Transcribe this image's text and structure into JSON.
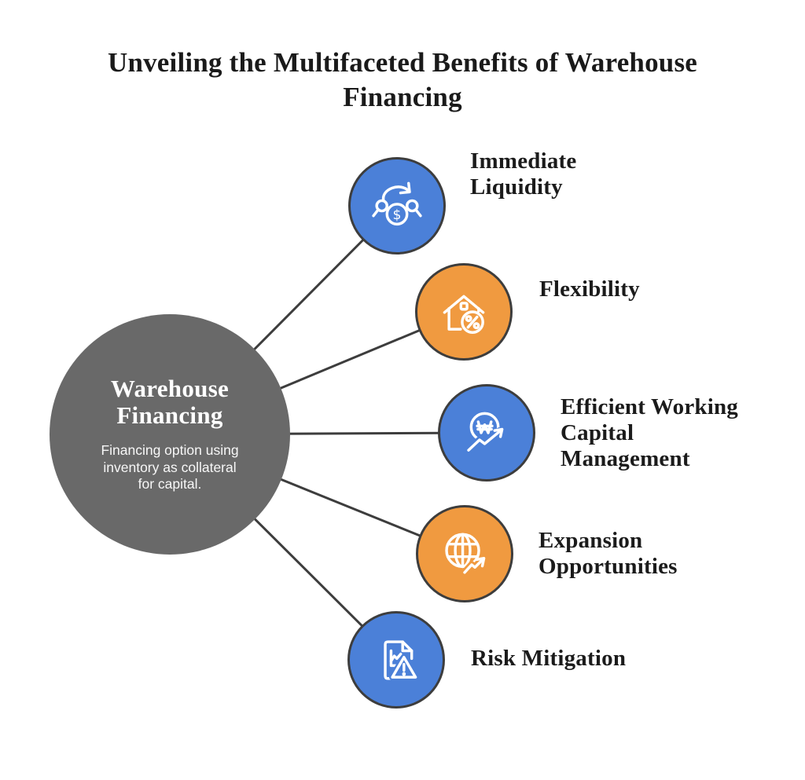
{
  "title": "Unveiling the Multifaceted Benefits of Warehouse\nFinancing",
  "colors": {
    "node_blue": "#4B80D8",
    "node_orange": "#F09A40",
    "center_gray": "#696969",
    "connector_line": "#3D3D3D",
    "heading_text": "#1A1A1A"
  },
  "center": {
    "heading": "Warehouse\nFinancing",
    "description": "Financing option using\ninventory as collateral\nfor capital."
  },
  "nodes": [
    {
      "label": "Immediate\nLiquidity",
      "icon": "cash-flow-icon",
      "color": "#4B80D8"
    },
    {
      "label": "Flexibility",
      "icon": "house-percent-icon",
      "color": "#F09A40"
    },
    {
      "label": "Efficient Working\nCapital\nManagement",
      "icon": "won-growth-icon",
      "color": "#4B80D8"
    },
    {
      "label": "Expansion\nOpportunities",
      "icon": "globe-growth-icon",
      "color": "#F09A40"
    },
    {
      "label": "Risk Mitigation",
      "icon": "report-warning-icon",
      "color": "#4B80D8"
    }
  ]
}
